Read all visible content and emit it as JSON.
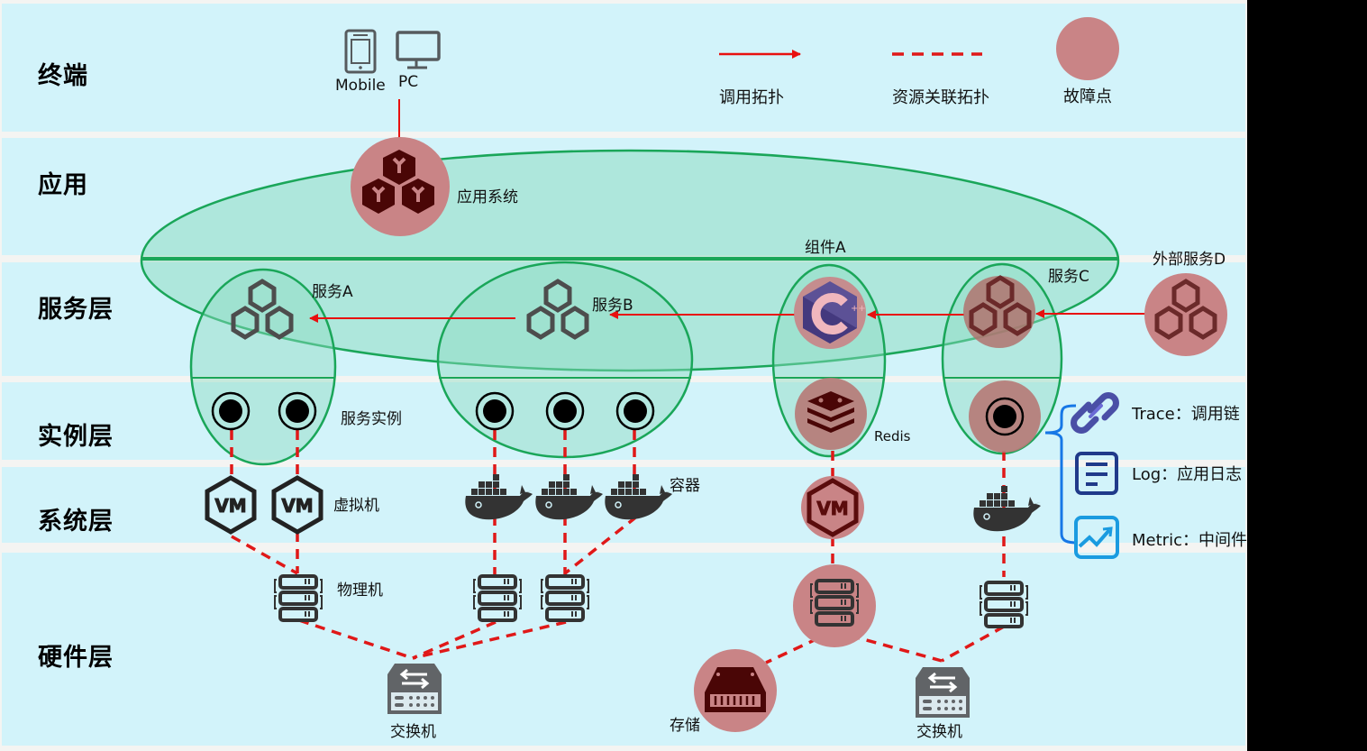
{
  "title": "分层故障定位拓扑",
  "layers": [
    {
      "id": "terminal",
      "label": "终端"
    },
    {
      "id": "application",
      "label": "应用"
    },
    {
      "id": "service",
      "label": "服务层"
    },
    {
      "id": "instance",
      "label": "实例层"
    },
    {
      "id": "system",
      "label": "系统层"
    },
    {
      "id": "hardware",
      "label": "硬件层"
    }
  ],
  "legend": {
    "call_topology": "调用拓扑",
    "resource_topology": "资源关联拓扑",
    "fault_point": "故障点"
  },
  "colors": {
    "band": "#d2f3fa",
    "call_arrow": "#e8100f",
    "resource_link": "#e01818",
    "fault": "#c98486",
    "group_fill": "#8fdcc2",
    "group_stroke": "#1aa659",
    "observability": "#1677e6"
  },
  "terminal": {
    "mobile": "Mobile",
    "pc": "PC"
  },
  "application": {
    "system": "应用系统",
    "fault": true
  },
  "groups": {
    "component_a": "组件A"
  },
  "services": [
    {
      "id": "A",
      "label": "服务A",
      "fault": false
    },
    {
      "id": "B",
      "label": "服务B",
      "fault": false
    },
    {
      "id": "cpp",
      "label": "",
      "icon": "cpp-icon",
      "fault": true
    },
    {
      "id": "C",
      "label": "服务C",
      "fault": true
    },
    {
      "id": "D",
      "label": "外部服务D",
      "fault": true
    }
  ],
  "instances": {
    "label": "服务实例",
    "redis": "Redis"
  },
  "system": {
    "vm": "虚拟机",
    "container": "容器",
    "vm_icon_text": "VM"
  },
  "hardware": {
    "physical": "物理机",
    "switch_left": "交换机",
    "switch_right": "交换机",
    "storage": "存储"
  },
  "observability": [
    {
      "icon": "link-chain-icon",
      "label": "Trace：调用链"
    },
    {
      "icon": "log-document-icon",
      "label": "Log：应用日志"
    },
    {
      "icon": "metric-chart-icon",
      "label": "Metric：中间件"
    }
  ]
}
